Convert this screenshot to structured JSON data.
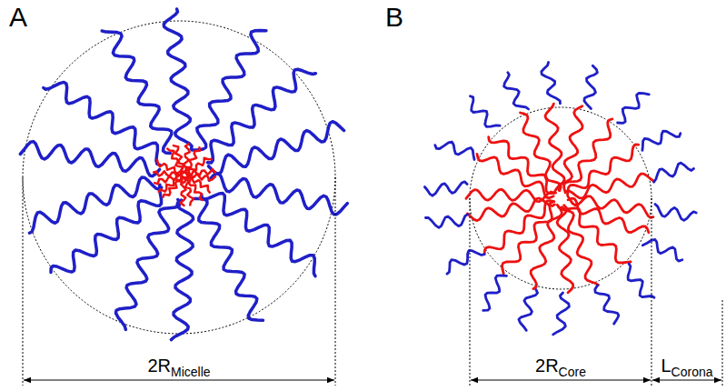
{
  "diagram": {
    "labels": [
      "A",
      "B",
      "2R",
      "Micelle",
      "2R",
      "Core",
      "L",
      "Corona"
    ]
  }
}
